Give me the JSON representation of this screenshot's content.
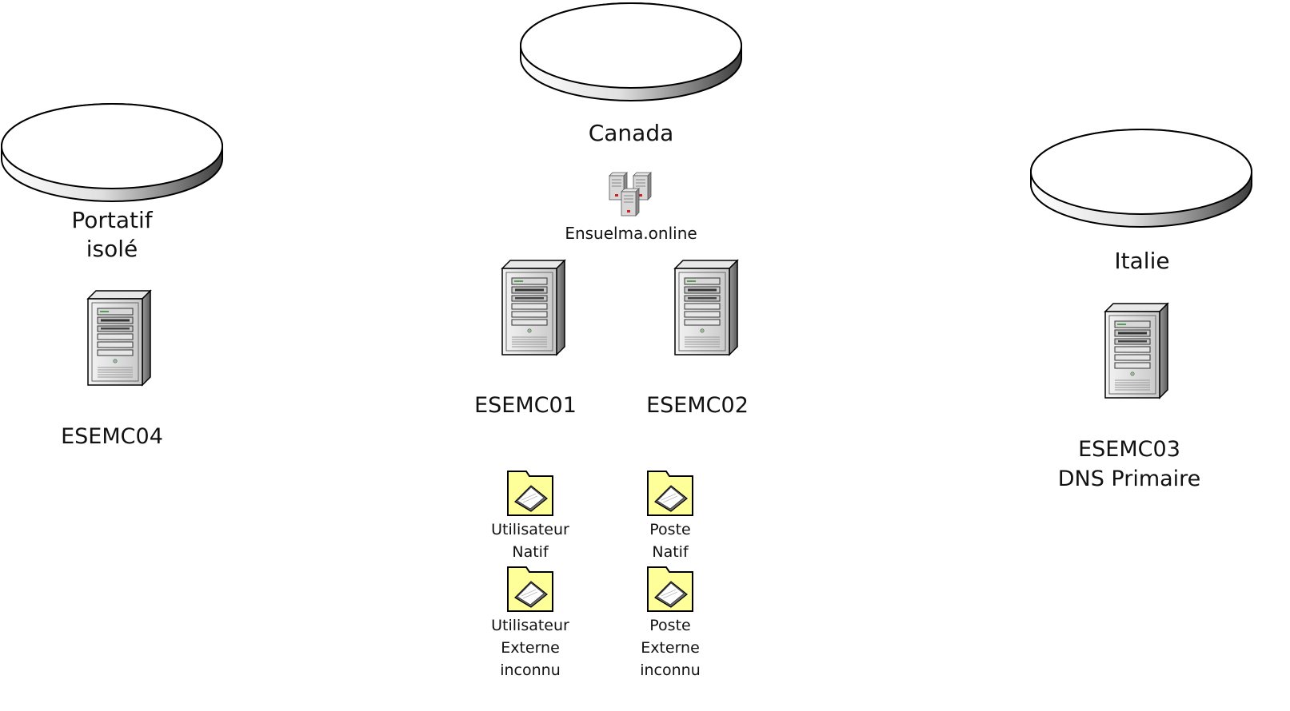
{
  "sites": {
    "canada": "Canada",
    "portatif": [
      "Portatif",
      "isolé"
    ],
    "italie": "Italie"
  },
  "domain": {
    "name": "Ensuelma.online",
    "icon": "server-group-icon"
  },
  "servers": {
    "esemc01": "ESEMC01",
    "esemc02": "ESEMC02",
    "esemc03": [
      "ESEMC03",
      "DNS Primaire"
    ],
    "esemc04": "ESEMC04",
    "icon": "tower-server-icon"
  },
  "ous": [
    {
      "lines": [
        "Utilisateur",
        "Natif"
      ],
      "icon": "ou-folder-icon"
    },
    {
      "lines": [
        "Poste",
        "Natif"
      ],
      "icon": "ou-folder-icon"
    },
    {
      "lines": [
        "Utilisateur",
        "Externe",
        "inconnu"
      ],
      "icon": "ou-folder-icon"
    },
    {
      "lines": [
        "Poste",
        "Externe",
        "inconnu"
      ],
      "icon": "ou-folder-icon"
    }
  ],
  "colors": {
    "folder": "#ffff99",
    "server_body": "#dcdcdc",
    "outline": "#000000"
  }
}
